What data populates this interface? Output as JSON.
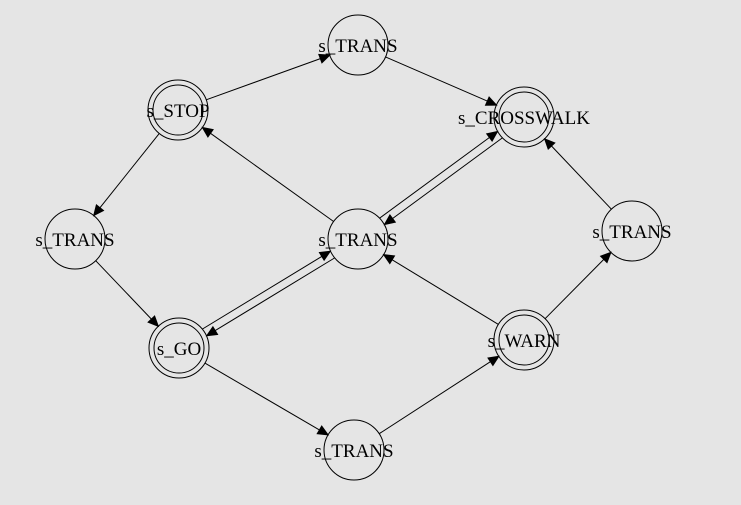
{
  "diagram": {
    "background": "#e5e5e5",
    "line_color": "#000000",
    "nodes": [
      {
        "id": "stop",
        "label": "s_STOP",
        "accepting": true
      },
      {
        "id": "trans_top",
        "label": "s_TRANS",
        "accepting": false
      },
      {
        "id": "crosswalk",
        "label": "s_CROSSWALK",
        "accepting": true
      },
      {
        "id": "trans_left",
        "label": "s_TRANS",
        "accepting": false
      },
      {
        "id": "trans_mid",
        "label": "s_TRANS",
        "accepting": false
      },
      {
        "id": "trans_right",
        "label": "s_TRANS",
        "accepting": false
      },
      {
        "id": "go",
        "label": "s_GO",
        "accepting": true
      },
      {
        "id": "warn",
        "label": "s_WARN",
        "accepting": true
      },
      {
        "id": "trans_bottom",
        "label": "s_TRANS",
        "accepting": false
      }
    ],
    "edges": [
      {
        "from": "stop",
        "to": "trans_top"
      },
      {
        "from": "trans_top",
        "to": "crosswalk"
      },
      {
        "from": "stop",
        "to": "trans_left"
      },
      {
        "from": "trans_left",
        "to": "go"
      },
      {
        "from": "trans_mid",
        "to": "stop"
      },
      {
        "from": "trans_mid",
        "to": "crosswalk"
      },
      {
        "from": "crosswalk",
        "to": "trans_mid"
      },
      {
        "from": "trans_mid",
        "to": "go"
      },
      {
        "from": "go",
        "to": "trans_mid"
      },
      {
        "from": "trans_right",
        "to": "crosswalk"
      },
      {
        "from": "warn",
        "to": "trans_right"
      },
      {
        "from": "warn",
        "to": "trans_mid"
      },
      {
        "from": "go",
        "to": "trans_bottom"
      },
      {
        "from": "trans_bottom",
        "to": "warn"
      }
    ]
  }
}
